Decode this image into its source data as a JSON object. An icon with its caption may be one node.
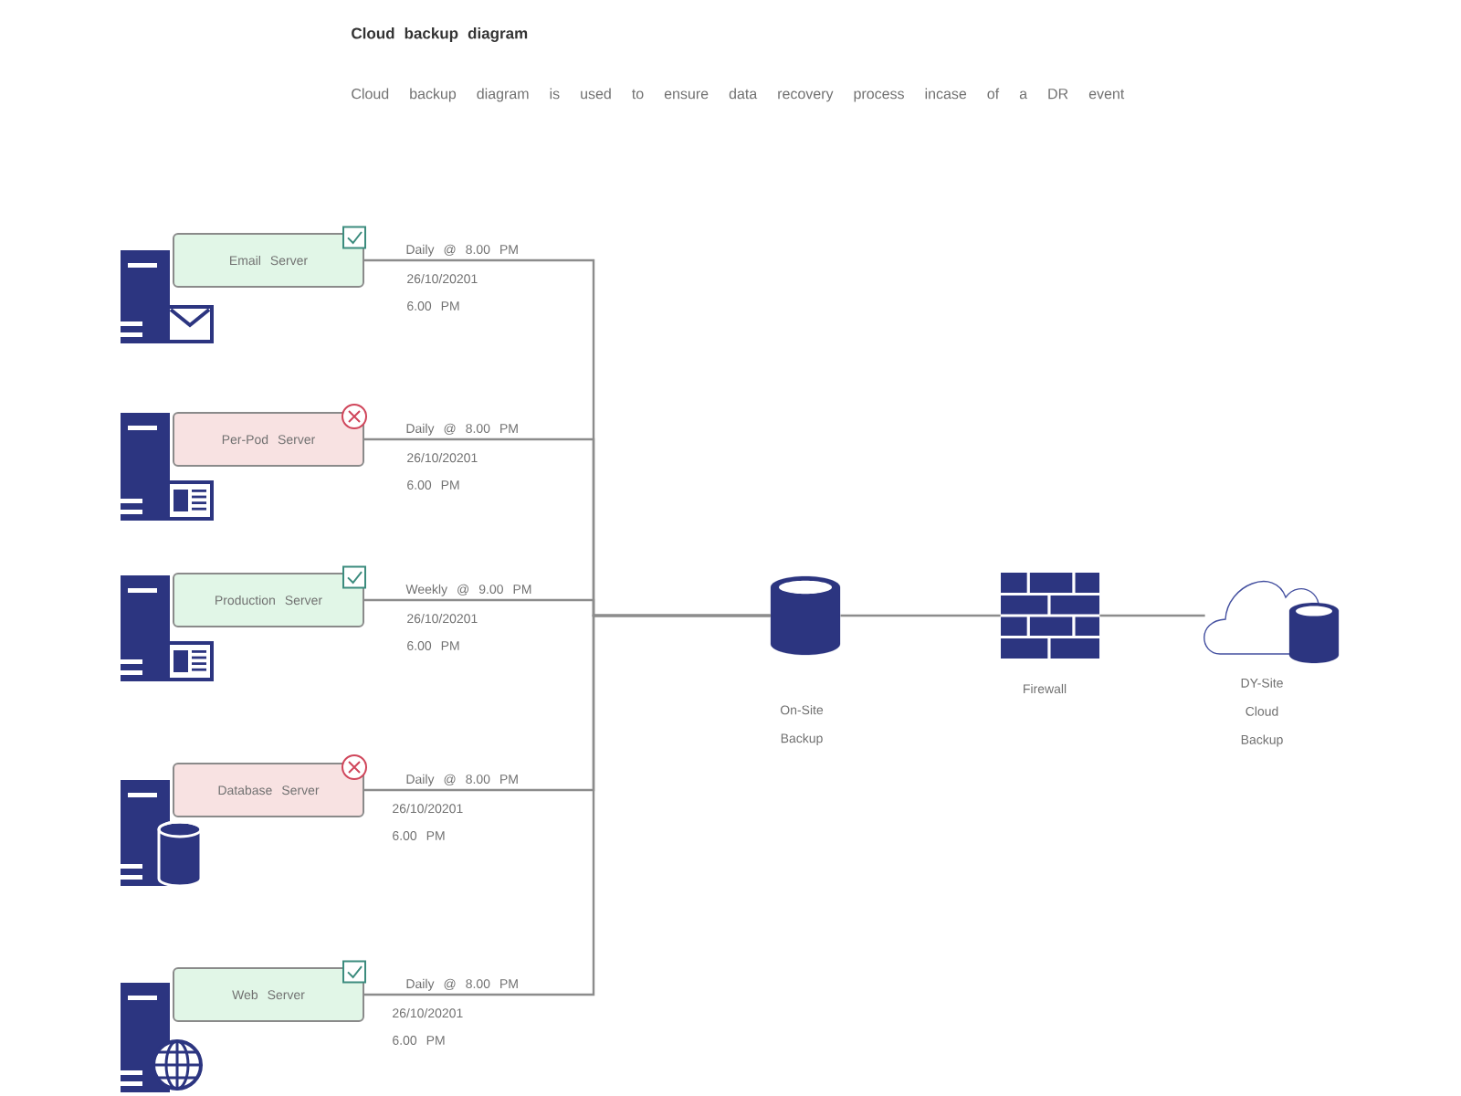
{
  "diagram": {
    "title": "Cloud backup diagram",
    "caption": "Cloud backup diagram is used to ensure data recovery process incase of a DR event",
    "nodes": [
      {
        "text": [
          "Email Server"
        ],
        "beside": [
          "26/10/20201",
          "6.00 PM"
        ]
      },
      {
        "text": [
          "Per-Pod Server"
        ],
        "beside": [
          "26/10/20201",
          "6.00 PM"
        ]
      },
      {
        "text": [
          "Production Server"
        ],
        "beside": [
          "26/10/20201",
          "6.00 PM"
        ]
      },
      {
        "text": [
          "Database Server"
        ],
        "beside": [
          "26/10/20201",
          "6.00 PM"
        ]
      },
      {
        "text": [
          "Web Server"
        ],
        "beside": [
          "26/10/20201",
          "6.00 PM"
        ]
      },
      {
        "text": [
          "On-Site Backup"
        ]
      },
      {
        "text": [
          "Firewall"
        ]
      },
      {
        "text": [
          "DY-Site Cloud Backup"
        ]
      }
    ],
    "edges": [
      {
        "from": 0,
        "to": 5,
        "arrow": "none",
        "label": "Daily @ 8.00 PM"
      },
      {
        "from": 1,
        "to": 5,
        "arrow": "none",
        "label": "Daily @ 8.00 PM"
      },
      {
        "from": 2,
        "to": 5,
        "arrow": "none",
        "label": "Weekly @ 9.00 PM"
      },
      {
        "from": 3,
        "to": 5,
        "arrow": "none",
        "label": "Daily @ 8.00 PM"
      },
      {
        "from": 4,
        "to": 5,
        "arrow": "none",
        "label": "Daily @ 8.00 PM"
      },
      {
        "from": 5,
        "to": 6,
        "arrow": "none"
      },
      {
        "from": 6,
        "to": 7,
        "arrow": "none"
      }
    ]
  }
}
